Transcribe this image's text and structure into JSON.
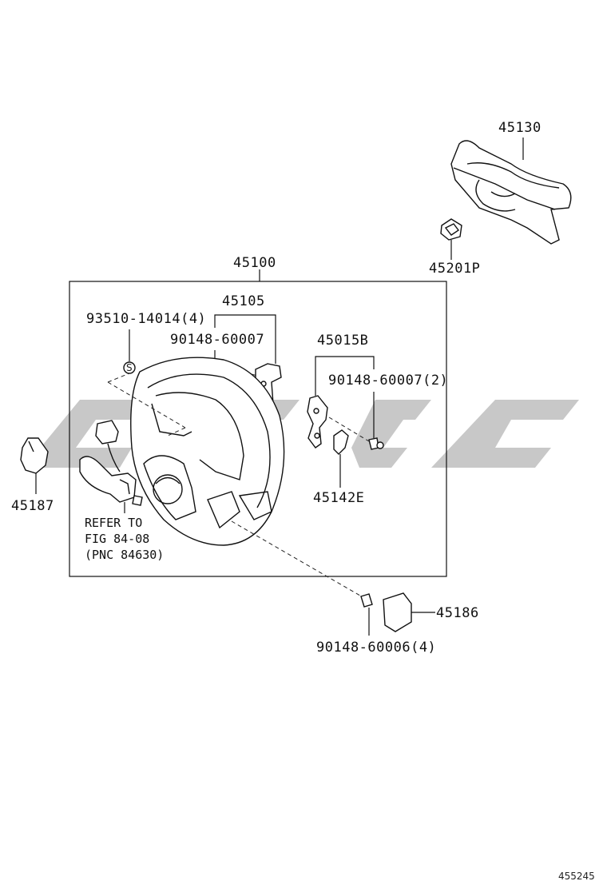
{
  "parts": {
    "p45130": "45130",
    "p45201P": "45201P",
    "p45100": "45100",
    "p45105": "45105",
    "p93510": "93510-14014(4)",
    "p90148_a": "90148-60007",
    "p45015B": "45015B",
    "p90148_b": "90148-60007(2)",
    "p45187": "45187",
    "p45142E": "45142E",
    "p45186": "45186",
    "p90148_c": "90148-60006(4)"
  },
  "reference": {
    "line1": "REFER TO",
    "line2": "FIG 84-08",
    "line3": "(PNC 84630)"
  },
  "figure_number": "455245",
  "colors": {
    "ink": "#111111",
    "watermark": "#c8c8c8"
  }
}
